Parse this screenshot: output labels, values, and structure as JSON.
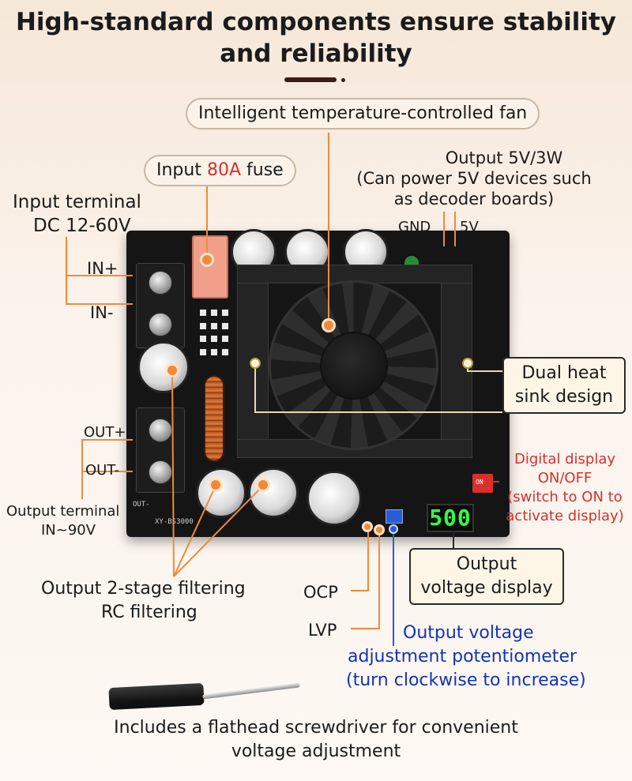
{
  "title": {
    "line1": "High-standard components ensure stability",
    "line2": "and reliability"
  },
  "callouts": {
    "fan": "Intelligent temperature-controlled fan",
    "fuse_prefix": "Input ",
    "fuse_value": "80A",
    "fuse_suffix": " fuse",
    "output5v_line1": "Output 5V/3W",
    "output5v_line2": "(Can power 5V devices such",
    "output5v_line3": "as decoder boards)",
    "gnd": "GND",
    "five_v": "5V",
    "input_terminal_line1": "Input terminal",
    "input_terminal_line2": "DC 12-60V",
    "in_plus": "IN+",
    "in_minus": "IN-",
    "heatsink_line1": "Dual heat",
    "heatsink_line2": "sink design",
    "out_plus": "OUT+",
    "out_minus": "OUT-",
    "output_terminal_line1": "Output terminal",
    "output_terminal_line2": "IN~90V",
    "display_switch_line1": "Digital display",
    "display_switch_line2": "ON/OFF",
    "display_switch_line3": "(switch to ON to",
    "display_switch_line4": "activate display)",
    "output_display_line1": "Output",
    "output_display_line2": "voltage display",
    "filter_line1": "Output 2-stage filtering",
    "filter_line2": "RC filtering",
    "ocp": "OCP",
    "lvp": "LVP",
    "pot_line1": "Output voltage",
    "pot_line2": "adjustment potentiometer",
    "pot_line3": "(turn clockwise to increase)",
    "screwdriver_line1": "Includes a flathead screwdriver for convenient",
    "screwdriver_line2": "voltage adjustment"
  },
  "board": {
    "display_value": "500",
    "silkscreen_model": "XY-BS3000",
    "silkscreen_out_minus": "OUT-",
    "switch_label": "ON"
  },
  "colors": {
    "accent_orange": "#f08a3a",
    "fuse_red": "#d8302c",
    "pot_blue": "#1233b8",
    "display_green": "#31ff4a"
  },
  "icons": {
    "screwdriver": "screwdriver-icon"
  }
}
